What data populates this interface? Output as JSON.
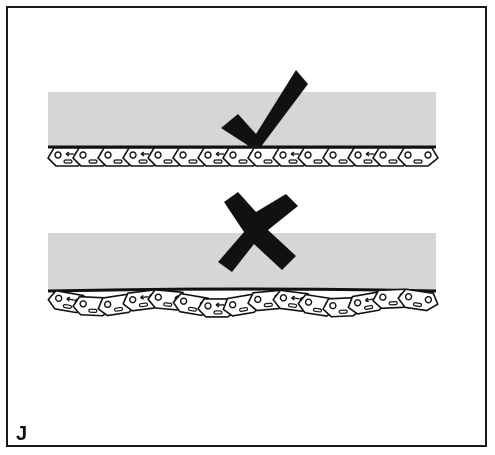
{
  "figure": {
    "label": "J",
    "colors": {
      "bar": "#d6d6d6",
      "ink": "#111111",
      "frame": "#1a1a1a",
      "background": "#ffffff"
    }
  },
  "panels": [
    {
      "id": "correct",
      "status": "correct",
      "symbol": "check-mark-icon",
      "chain_condition": "straight"
    },
    {
      "id": "incorrect",
      "status": "incorrect",
      "symbol": "cross-mark-icon",
      "chain_condition": "sagging"
    }
  ]
}
